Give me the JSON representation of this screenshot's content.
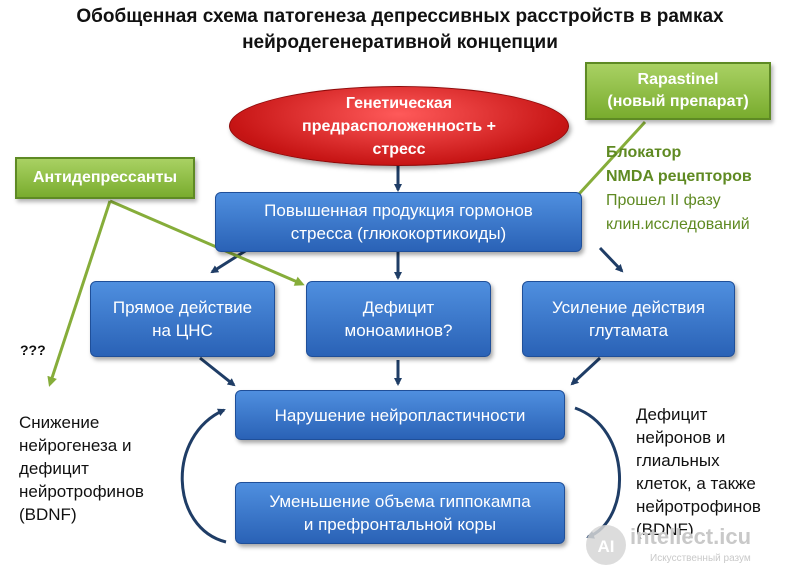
{
  "title_line1": "Обобщенная схема патогенеза депрессивных расстройств в рамках",
  "title_line2": "нейродегенеративной концепции",
  "nodes": {
    "genetic_line1": "Генетическая",
    "genetic_line2": "предрасположенность +",
    "genetic_line3": "стресс",
    "hormones_line1": "Повышенная продукция гормонов",
    "hormones_line2": "стресса (глюкокортикоиды)",
    "cns_line1": "Прямое действие",
    "cns_line2": "на ЦНС",
    "mono_line1": "Дефицит",
    "mono_line2": "моноаминов?",
    "glut_line1": "Усиление действия",
    "glut_line2": "глутамата",
    "neuro": "Нарушение нейропластичности",
    "hippo_line1": "Уменьшение объема гиппокампа",
    "hippo_line2": "и префронтальной коры"
  },
  "antidepressants": "Антидепрессанты",
  "rapastinel_line1": "Rapastinel",
  "rapastinel_line2": "(новый препарат)",
  "rapastinel_note": {
    "line1": "Блокатор",
    "line2": "NMDA рецепторов",
    "line3": "Прошел II фазу",
    "line4": "клин.исследований"
  },
  "question_marks": "???",
  "left_note": [
    "Снижение",
    "нейрогенеза и",
    "дефицит",
    "нейротрофинов",
    "(BDNF)"
  ],
  "right_note": [
    "Дефицит",
    "нейронов и",
    "глиальных",
    "клеток, а также",
    "нейротрофинов",
    "(BDNF)"
  ],
  "watermark": {
    "logo_letters": "AI",
    "site": "intellect.icu",
    "tagline": "Искусственный разум"
  },
  "colors": {
    "blue_box": "#3a74c8",
    "green_box": "#8bbb3f",
    "red_ellipse": "#d32020",
    "arrow_dark": "#1f3d66",
    "arrow_green": "#86ad3a",
    "note_green": "#5f8a22"
  }
}
